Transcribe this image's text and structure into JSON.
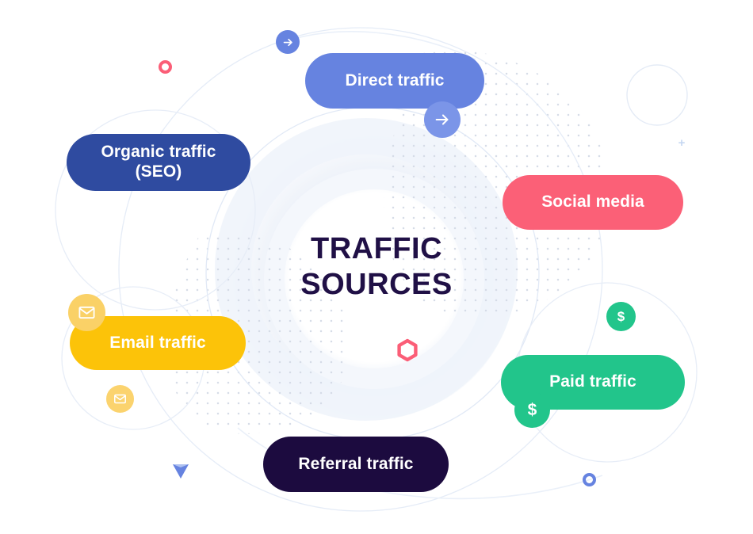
{
  "graphic": {
    "title_line_1": "TRAFFIC",
    "title_line_2": "SOURCES",
    "background_color": "#FFFFFF",
    "title_color": "#201046"
  },
  "nodes": [
    {
      "id": "organic",
      "label": "Organic traffic (SEO)",
      "label_line_1": "Organic traffic",
      "label_line_2": "(SEO)",
      "color": "#2F4BA0",
      "text_color": "#FFFFFF"
    },
    {
      "id": "direct",
      "label": "Direct traffic",
      "color": "#6683E0",
      "text_color": "#FFFFFF"
    },
    {
      "id": "social",
      "label": "Social media",
      "color": "#FB6077",
      "text_color": "#FFFFFF"
    },
    {
      "id": "email",
      "label": "Email traffic",
      "color": "#FCC309",
      "text_color": "#FFFFFF"
    },
    {
      "id": "paid",
      "label": "Paid traffic",
      "color": "#22C58B",
      "text_color": "#FFFFFF"
    },
    {
      "id": "referral",
      "label": "Referral traffic",
      "color": "#1C0B3F",
      "text_color": "#FFFFFF"
    }
  ],
  "badges": {
    "direct_arrow_main": {
      "icon": "arrow-right-icon",
      "color": "#7B95E8"
    },
    "direct_arrow_far": {
      "icon": "arrow-right-icon",
      "color": "#6683E0"
    },
    "email_main": {
      "icon": "envelope-icon",
      "color": "#FAD167"
    },
    "email_small": {
      "icon": "envelope-icon",
      "color": "#FBD36E"
    },
    "paid_main": {
      "icon": "dollar-icon",
      "symbol": "$",
      "color": "#22C58B"
    },
    "paid_small": {
      "icon": "dollar-icon",
      "symbol": "$",
      "color": "#22C58B"
    }
  },
  "accents": {
    "ring_pink": {
      "icon": "ring-icon",
      "color": "#FB5E77"
    },
    "ring_blue": {
      "icon": "ring-icon",
      "color": "#6683E0"
    },
    "hexagon": {
      "icon": "hexagon-outline-icon",
      "color": "#FB5E77"
    },
    "triangle": {
      "icon": "triangle-down-icon",
      "color": "#6683E0"
    },
    "plus": {
      "icon": "plus-icon",
      "symbol": "+",
      "color": "#C6D7F2"
    },
    "orbit_circle_color": "#E3EBF7",
    "dot_grid_color": "#D9DEE8",
    "halo_ring_color": "#EEF2F9"
  }
}
